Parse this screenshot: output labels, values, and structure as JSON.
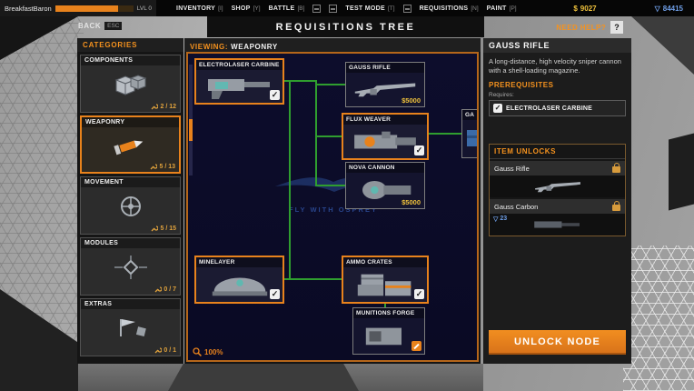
{
  "colors": {
    "accent": "#e8821c",
    "connector_green": "#2f9e2f",
    "tree_background": "#0d0d2c",
    "money_yellow": "#f0c23c",
    "tech_blue": "#6f9fe8"
  },
  "icons": {
    "check": "✓",
    "help": "?",
    "money": "$",
    "tech": "▽"
  },
  "top_bar": {
    "player_name": "BreakfastBaron",
    "level": "LVL 0",
    "menu": [
      {
        "label": "INVENTORY",
        "key": "[I]"
      },
      {
        "label": "SHOP",
        "key": "[Y]"
      },
      {
        "label": "BATTLE",
        "key": "[B]"
      },
      {
        "label": "TEST MODE",
        "key": "[T]"
      },
      {
        "label": "REQUISITIONS",
        "key": "[N]"
      },
      {
        "label": "PAINT",
        "key": "[P]"
      }
    ],
    "money": "9027",
    "tech_points": "84415"
  },
  "header": {
    "back": "BACK",
    "back_key": "ESC",
    "title": "REQUISITIONS TREE",
    "help": "NEED HELP?"
  },
  "categories": {
    "title": "CATEGORIES",
    "items": [
      {
        "name": "COMPONENTS",
        "progress": "2 / 12"
      },
      {
        "name": "WEAPONRY",
        "progress": "5 / 13"
      },
      {
        "name": "MOVEMENT",
        "progress": "5 / 15"
      },
      {
        "name": "MODULES",
        "progress": "0 / 7"
      },
      {
        "name": "EXTRAS",
        "progress": "0 / 1"
      }
    ]
  },
  "viewing": {
    "label": "VIEWING:",
    "value": "WEAPONRY",
    "zoom": "100%"
  },
  "tree": {
    "watermark": "FLY WITH OSPREY",
    "nodes": [
      {
        "name": "ELECTROLASER CARBINE",
        "unlocked": true
      },
      {
        "name": "GAUSS RIFLE",
        "cost": "$5000"
      },
      {
        "name": "FLUX WEAVER",
        "unlocked": true
      },
      {
        "name": "NOVA CANNON",
        "cost": "$5000"
      },
      {
        "name": "GA",
        "locked": true
      },
      {
        "name": "MINELAYER",
        "unlocked": true
      },
      {
        "name": "AMMO CRATES",
        "unlocked": true
      },
      {
        "name": "MUNITIONS FORGE",
        "locked": true
      }
    ]
  },
  "detail": {
    "title": "GAUSS RIFLE",
    "description": "A long-distance, high velocity sniper cannon with a shell-loading magazine.",
    "prerequisites_title": "PREREQUISITES",
    "requires_label": "Requires:",
    "prerequisites": [
      {
        "name": "ELECTROLASER CARBINE",
        "checked": true
      }
    ],
    "unlocks_title": "ITEM UNLOCKS",
    "unlocks": [
      {
        "name": "Gauss Rifle",
        "locked": true
      },
      {
        "name": "Gauss Carbon",
        "locked": true,
        "cost": "23"
      }
    ],
    "unlock_button": "UNLOCK NODE"
  }
}
